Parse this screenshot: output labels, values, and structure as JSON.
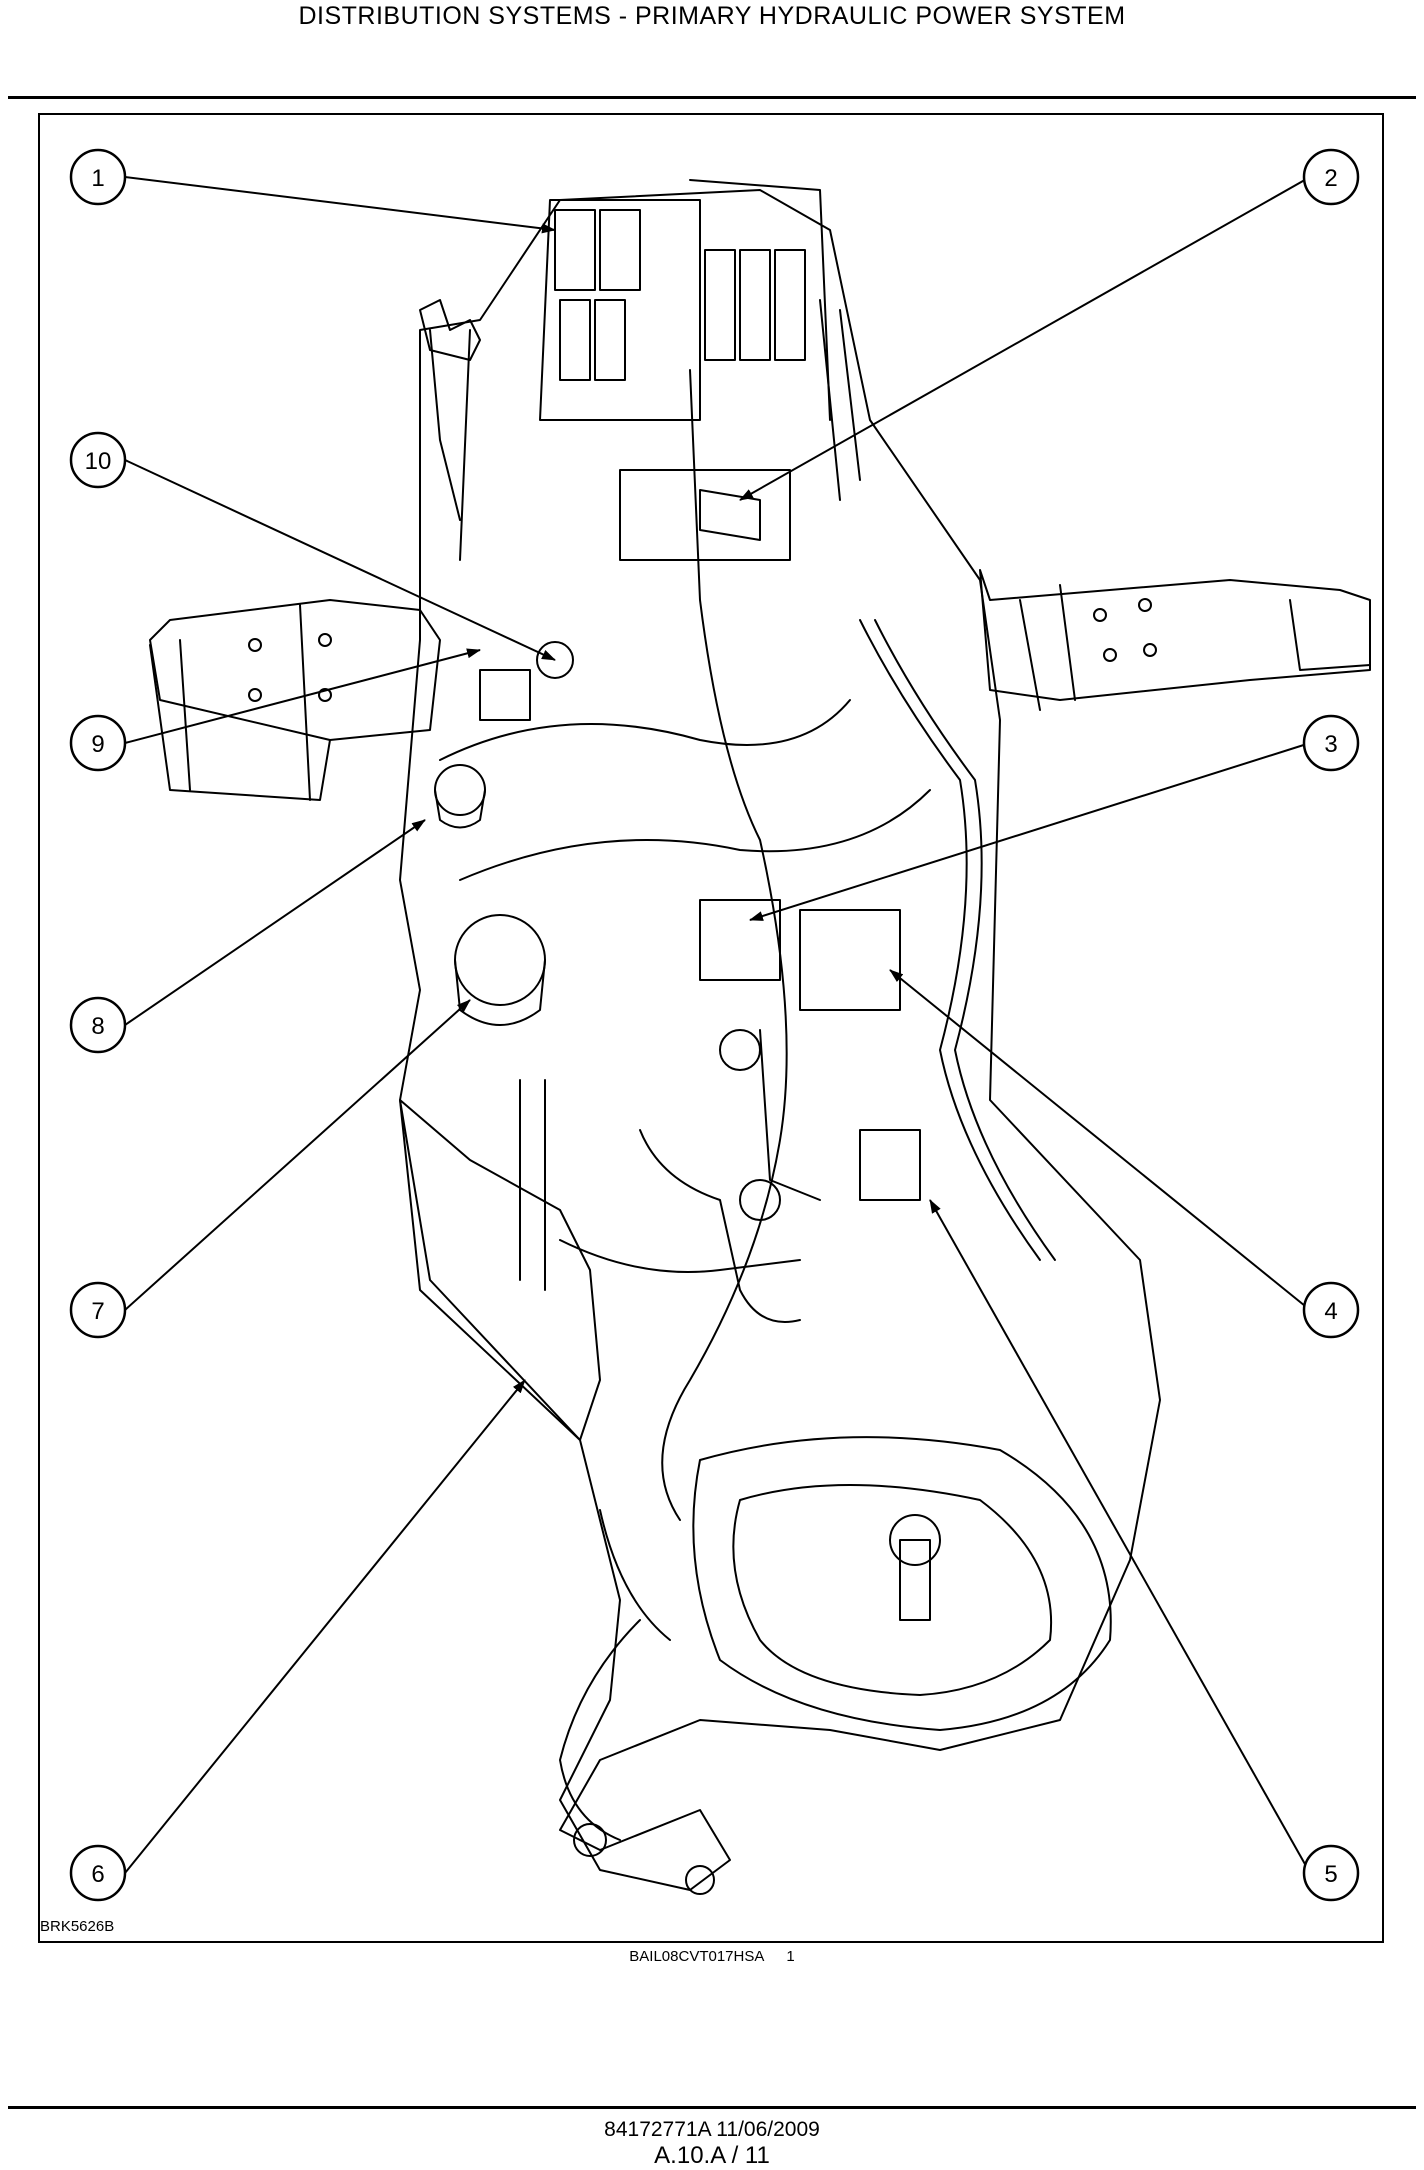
{
  "header": {
    "title": "DISTRIBUTION SYSTEMS - PRIMARY HYDRAULIC POWER SYSTEM"
  },
  "figure": {
    "code": "BRK5626B",
    "caption_ref": "BAIL08CVT017HSA",
    "caption_num": "1",
    "callouts": [
      "1",
      "2",
      "3",
      "4",
      "5",
      "6",
      "7",
      "8",
      "9",
      "10"
    ]
  },
  "footer": {
    "doc": "84172771A 11/06/2009",
    "page": "A.10.A / 11"
  }
}
